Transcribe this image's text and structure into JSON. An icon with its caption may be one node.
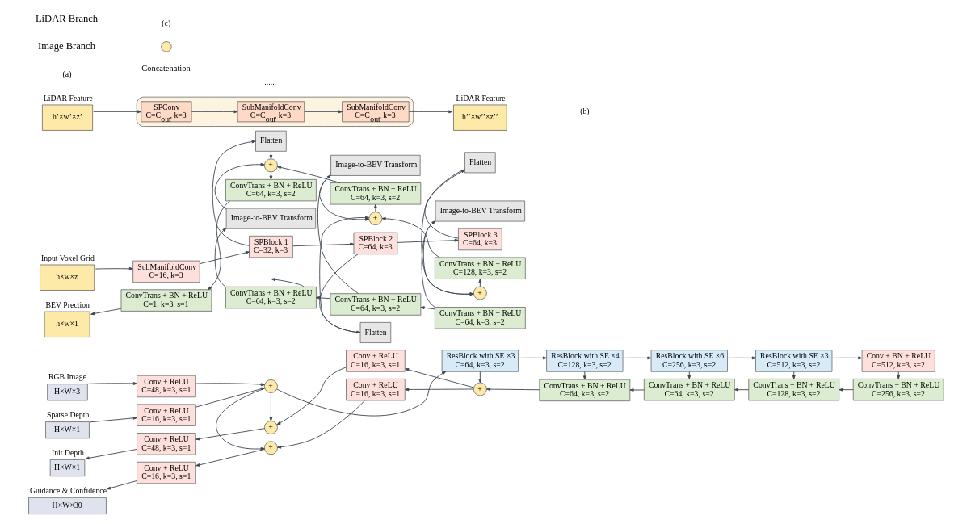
{
  "diagram": {
    "nodes": [
      {
        "text": [
          "H×W×3"
        ],
        "beside": [
          "RGB Image"
        ]
      },
      {
        "text": [
          "Conv + ReLU",
          "C=48, k=3, s=1"
        ]
      },
      {
        "text": [
          "H×W×1"
        ],
        "beside": [
          "Sparse Depth"
        ]
      },
      {
        "text": [
          "Conv + ReLU",
          "C=16, k=3, s=1"
        ]
      },
      {
        "text": [
          "+"
        ]
      },
      {
        "text": [
          "ResBlock with SE ×3",
          "C=64, k=3, s=2"
        ]
      },
      {
        "text": [
          "ResBlock with SE ×4",
          "C=128, k=3, s=2"
        ]
      },
      {
        "text": [
          "ResBlock with SE ×6",
          "C=256, k=3, s=2"
        ]
      },
      {
        "text": [
          "ResBlock with SE ×3",
          "C=512, k=3, s=2"
        ]
      },
      {
        "text": [
          "Conv + BN + ReLU",
          "C=512, k=3, s=2"
        ]
      },
      {
        "text": [
          "ConvTrans + BN + ReLU",
          "C=256, k=3, s=2"
        ]
      },
      {
        "text": [
          "ConvTrans + BN + ReLU",
          "C=128, k=3, s=2"
        ]
      },
      {
        "text": [
          "ConvTrans + BN + ReLU",
          "C=64, k=3, s=2"
        ]
      },
      {
        "text": [
          "ConvTrans + BN + ReLU",
          "C=64, k=3, s=2"
        ]
      },
      {
        "text": [
          "+"
        ]
      },
      {
        "text": [
          "Conv + ReLU",
          "C=16, k=3, s=1"
        ]
      },
      {
        "text": [
          "Conv + ReLU",
          "C=16, k=3, s=1"
        ]
      },
      {
        "text": [
          "+"
        ]
      },
      {
        "text": [
          "+"
        ]
      },
      {
        "text": [
          "Conv + ReLU",
          "C=48, k=3, s=1"
        ]
      },
      {
        "text": [
          "Conv + ReLU",
          "C=16, k=3, s=1"
        ]
      },
      {
        "text": [
          "H×W×1"
        ],
        "beside": [
          "Init Depth"
        ]
      },
      {
        "text": [
          "H×W×30"
        ],
        "beside": [
          "Guidance & Confidence"
        ]
      },
      {
        "text": [
          "h’×w’×z’"
        ],
        "beside": [
          "LiDAR Feature"
        ]
      },
      {
        "text": [],
        "shape": "box"
      },
      {
        "text": [
          "SPConv",
          "C=C$_{out}$, k=3"
        ],
        "in": 24
      },
      {
        "text": [
          "SubManifoldConv",
          "C=C$_{out}$, k=3"
        ],
        "in": 24
      },
      {
        "text": [
          "SubManifoldConv",
          "C=C$_{out}$, k=3"
        ],
        "in": 24
      },
      {
        "text": [
          "h’’×w’’×z’’"
        ],
        "beside": [
          "LiDAR Feature"
        ]
      },
      {
        "text": [
          "ConvTrans + BN + ReLU",
          "C=64, k=3, s=2"
        ]
      },
      {
        "text": [
          "ConvTrans + BN + ReLU",
          "C=64, k=3, s=2"
        ]
      },
      {
        "text": [
          "ConvTrans + BN + ReLU",
          "C=64, k=3, s=2"
        ]
      },
      {
        "text": [
          "h×w×z"
        ],
        "beside": [
          "Input Voxel Grid"
        ]
      },
      {
        "text": [
          "SubManifoldConv",
          "C=16, k=3"
        ]
      },
      {
        "text": [
          "SPBlock 1",
          "C=32, k=3"
        ]
      },
      {
        "text": [
          "SPBlock 2",
          "C=64, k=3"
        ]
      },
      {
        "text": [
          "SPBlock 3",
          "C=64, k=3"
        ]
      },
      {
        "text": [
          "Flatten"
        ]
      },
      {
        "text": [
          "Image-to-BEV Transform"
        ]
      },
      {
        "text": [
          "Flatten"
        ]
      },
      {
        "text": [
          "Image-to-BEV Transform"
        ]
      },
      {
        "text": [
          "Flatten"
        ]
      },
      {
        "text": [
          "Image-to-BEV Transform"
        ]
      },
      {
        "text": [
          "+"
        ]
      },
      {
        "text": [
          "+"
        ]
      },
      {
        "text": [
          "+"
        ]
      },
      {
        "text": [
          "ConvTrans + BN + ReLU",
          "C=128, k=3, s=2"
        ]
      },
      {
        "text": [
          "ConvTrans + BN + ReLU",
          "C=64, k=3, s=2"
        ]
      },
      {
        "text": [
          "ConvTrans + BN + ReLU",
          "C=64, k=3, s=2"
        ]
      },
      {
        "text": [
          "ConvTrans + BN + ReLU",
          "C=1, k=3, s=1"
        ]
      },
      {
        "text": [
          "h×w×1"
        ],
        "beside": [
          "BEV Prection"
        ]
      }
    ],
    "edges": [
      {
        "from": 0,
        "to": 1,
        "arrow": "to"
      },
      {
        "from": 2,
        "to": 3,
        "arrow": "to"
      },
      {
        "from": 1,
        "to": 4,
        "arrow": "to"
      },
      {
        "from": 3,
        "to": 4,
        "arrow": "to"
      },
      {
        "from": 4,
        "to": 5,
        "arrow": "to"
      },
      {
        "from": 5,
        "to": 6,
        "arrow": "to"
      },
      {
        "from": 6,
        "to": 7,
        "arrow": "to"
      },
      {
        "from": 7,
        "to": 8,
        "arrow": "to"
      },
      {
        "from": 8,
        "to": 9,
        "arrow": "to"
      },
      {
        "from": 9,
        "to": 10,
        "arrow": "to"
      },
      {
        "from": 8,
        "to": 11,
        "arrow": "to"
      },
      {
        "from": 7,
        "to": 12,
        "arrow": "to"
      },
      {
        "from": 6,
        "to": 13,
        "arrow": "to"
      },
      {
        "from": 10,
        "to": 11,
        "arrow": "to"
      },
      {
        "from": 11,
        "to": 12,
        "arrow": "to"
      },
      {
        "from": 12,
        "to": 13,
        "arrow": "to"
      },
      {
        "from": 13,
        "to": 14,
        "arrow": "to"
      },
      {
        "from": 5,
        "to": 14,
        "arrow": "to"
      },
      {
        "from": 14,
        "to": 15,
        "arrow": "to"
      },
      {
        "from": 14,
        "to": 16,
        "arrow": "to"
      },
      {
        "from": 15,
        "to": 17,
        "arrow": "to"
      },
      {
        "from": 16,
        "to": 18,
        "arrow": "to"
      },
      {
        "from": 4,
        "to": 17,
        "arrow": "to"
      },
      {
        "from": 4,
        "to": 18,
        "arrow": "to"
      },
      {
        "from": 17,
        "to": 19,
        "arrow": "to"
      },
      {
        "from": 19,
        "to": 21,
        "arrow": "to"
      },
      {
        "from": 18,
        "to": 20,
        "arrow": "to"
      },
      {
        "from": 20,
        "to": 22,
        "arrow": "to"
      },
      {
        "from": 23,
        "to": 25,
        "arrow": "to"
      },
      {
        "from": 25,
        "to": 26,
        "arrow": "to"
      },
      {
        "from": 26,
        "to": 27,
        "arrow": "to"
      },
      {
        "from": 27,
        "to": 28,
        "arrow": "to"
      },
      {
        "from": 29,
        "to": 30,
        "arrow": "to"
      },
      {
        "from": 30,
        "to": 31,
        "arrow": "to"
      },
      {
        "from": 31,
        "to": null,
        "arrow": "to"
      },
      {
        "from": 32,
        "to": 33,
        "arrow": "to"
      },
      {
        "from": 33,
        "to": 34,
        "arrow": "to"
      },
      {
        "from": 34,
        "to": 35,
        "arrow": "to"
      },
      {
        "from": 35,
        "to": 36,
        "arrow": "to"
      },
      {
        "from": 31,
        "to": 38,
        "arrow": "to"
      },
      {
        "from": 30,
        "to": 40,
        "arrow": "to"
      },
      {
        "from": 29,
        "to": 42,
        "arrow": "to"
      },
      {
        "from": 34,
        "to": 37,
        "arrow": "to"
      },
      {
        "from": 35,
        "to": 39,
        "arrow": "to"
      },
      {
        "from": 36,
        "to": 41,
        "arrow": "to"
      },
      {
        "from": 37,
        "to": 43,
        "arrow": "to"
      },
      {
        "from": 38,
        "to": 43,
        "arrow": "to"
      },
      {
        "from": 39,
        "to": 44,
        "arrow": "to"
      },
      {
        "from": 40,
        "to": 44,
        "arrow": "to"
      },
      {
        "from": 41,
        "to": 45,
        "arrow": "to"
      },
      {
        "from": 42,
        "to": 45,
        "arrow": "to"
      },
      {
        "from": 45,
        "to": 46,
        "arrow": "to"
      },
      {
        "from": 44,
        "to": 47,
        "arrow": "to"
      },
      {
        "from": 43,
        "to": 48,
        "arrow": "to"
      },
      {
        "from": 46,
        "to": 44,
        "arrow": "to"
      },
      {
        "from": 47,
        "to": 43,
        "arrow": "to"
      },
      {
        "from": 48,
        "to": 49,
        "arrow": "to"
      },
      {
        "from": 49,
        "to": 50,
        "arrow": "to"
      }
    ],
    "labels": [
      "(a)",
      "(b)",
      "Image Branch",
      "......",
      "LiDAR Branch",
      "(c)"
    ],
    "legend": [
      {
        "text": "Concatenation"
      }
    ]
  }
}
